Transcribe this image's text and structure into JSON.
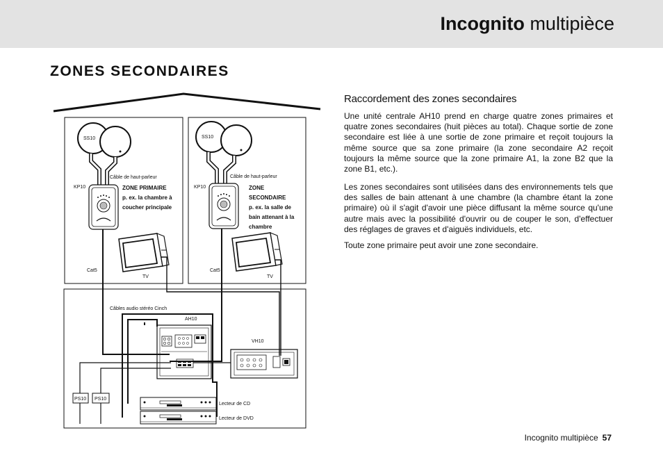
{
  "header": {
    "title_bold": "Incognito",
    "title_rest": "multipièce"
  },
  "page_title": "ZONES SECONDAIRES",
  "section": {
    "subtitle": "Raccordement des zones secondaires",
    "paragraphs": [
      "Une unité centrale AH10 prend en charge quatre zones primaires et quatre zones secondaires (huit pièces au total). Chaque sortie de zone secondaire est liée à une sortie de zone primaire et reçoit toujours la même source que sa zone primaire (la zone secondaire A2 reçoit toujours la même source que la zone primaire A1, la zone B2 que la zone B1, etc.).",
      "Les zones secondaires sont utilisées dans des environnements tels que des salles de bain attenant à une chambre (la chambre étant la zone primaire) où il s'agit d'avoir une pièce diffusant la même source qu'une autre mais avec la possibilité d'ouvrir ou de couper le son, d'effectuer des réglages de graves et d'aiguës individuels, etc.",
      "Toute zone primaire peut avoir une zone secondaire."
    ]
  },
  "diagram": {
    "left_room": {
      "ss": "SS10",
      "cable": "Câble de haut-parleur",
      "kp": "KP10",
      "zone_lines": [
        "ZONE PRIMAIRE",
        "p. ex. la chambre à",
        "coucher principale"
      ],
      "cat5": "Cat5",
      "tv": "TV"
    },
    "right_room": {
      "ss": "SS10",
      "cable": "Câble de haut-parleur",
      "kp": "KP10",
      "zone_lines": [
        "ZONE",
        "SECONDAIRE",
        "p. ex. la salle de",
        "bain attenant à la",
        "chambre"
      ],
      "cat5": "Cat5",
      "tv": "TV"
    },
    "equipment": {
      "rca": "Câbles audio stéréo Cinch",
      "ah10": "AH10",
      "vh10": "VH10",
      "ps1": "PS10",
      "ps2": "PS10",
      "cd": "Lecteur de CD",
      "dvd": "Lecteur de DVD"
    }
  },
  "footer": {
    "text": "Incognito multipièce",
    "page": "57"
  }
}
